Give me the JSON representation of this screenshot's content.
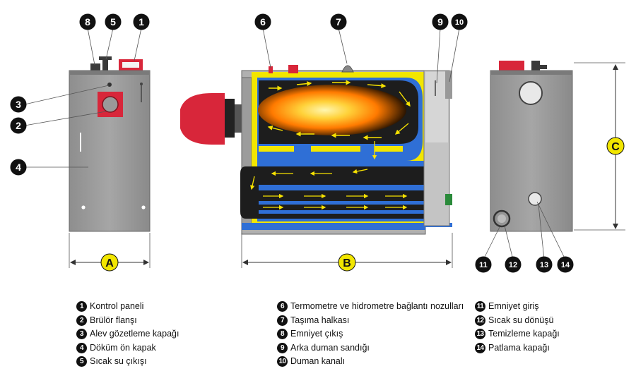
{
  "callouts": {
    "c1": "1",
    "c2": "2",
    "c3": "3",
    "c4": "4",
    "c5": "5",
    "c6": "6",
    "c7": "7",
    "c8": "8",
    "c9": "9",
    "c10": "10",
    "c11": "11",
    "c12": "12",
    "c13": "13",
    "c14": "14"
  },
  "dimensions": {
    "a": "A",
    "b": "B",
    "c": "C"
  },
  "legend": [
    {
      "num": "1",
      "label": "Kontrol paneli"
    },
    {
      "num": "2",
      "label": "Brülör flanşı"
    },
    {
      "num": "3",
      "label": "Alev gözetleme kapağı"
    },
    {
      "num": "4",
      "label": "Döküm ön kapak"
    },
    {
      "num": "5",
      "label": "Sıcak su çıkışı"
    },
    {
      "num": "6",
      "label": "Termometre ve hidrometre bağlantı nozulları"
    },
    {
      "num": "7",
      "label": "Taşıma halkası"
    },
    {
      "num": "8",
      "label": "Emniyet çıkış"
    },
    {
      "num": "9",
      "label": "Arka duman sandığı"
    },
    {
      "num": "10",
      "label": "Duman kanalı"
    },
    {
      "num": "11",
      "label": "Emniyet giriş"
    },
    {
      "num": "12",
      "label": "Sıcak su dönüşü"
    },
    {
      "num": "13",
      "label": "Temizleme kapağı"
    },
    {
      "num": "14",
      "label": "Patlama kapağı"
    }
  ],
  "colors": {
    "body_gray": "#9a9a9a",
    "insulation_yellow": "#f2e600",
    "water_blue": "#2f6fd6",
    "burner_red": "#d8263a",
    "flame_orange": "#ff8a00",
    "flue_dark": "#1d1d1d",
    "badge_black": "#111111"
  }
}
